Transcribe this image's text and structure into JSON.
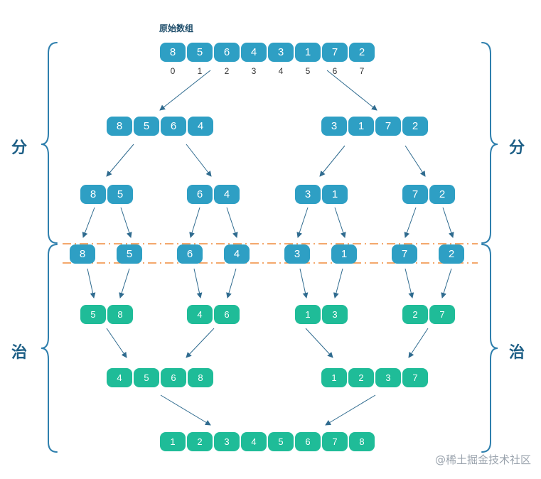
{
  "title": "原始数组",
  "original": {
    "values": [
      8,
      5,
      6,
      4,
      3,
      1,
      7,
      2
    ],
    "indices": [
      0,
      1,
      2,
      3,
      4,
      5,
      6,
      7
    ]
  },
  "divide_level_1": [
    [
      8,
      5,
      6,
      4
    ],
    [
      3,
      1,
      7,
      2
    ]
  ],
  "divide_level_2": [
    [
      8,
      5
    ],
    [
      6,
      4
    ],
    [
      3,
      1
    ],
    [
      7,
      2
    ]
  ],
  "singles": [
    8,
    5,
    6,
    4,
    3,
    1,
    7,
    2
  ],
  "merge_level_1": [
    [
      5,
      8
    ],
    [
      4,
      6
    ],
    [
      1,
      3
    ],
    [
      2,
      7
    ]
  ],
  "merge_level_2": [
    [
      4,
      5,
      6,
      8
    ],
    [
      1,
      2,
      3,
      7
    ]
  ],
  "result": [
    1,
    2,
    3,
    4,
    5,
    6,
    7,
    8
  ],
  "phases": {
    "divide": "分",
    "conquer": "治"
  },
  "watermark": "@稀土掘金技术社区",
  "colors": {
    "split": "#2e9fc4",
    "merged": "#1fbc98",
    "arrow": "#2f6b8f",
    "brace": "#2e7fad",
    "dash": "#f08c3c"
  }
}
